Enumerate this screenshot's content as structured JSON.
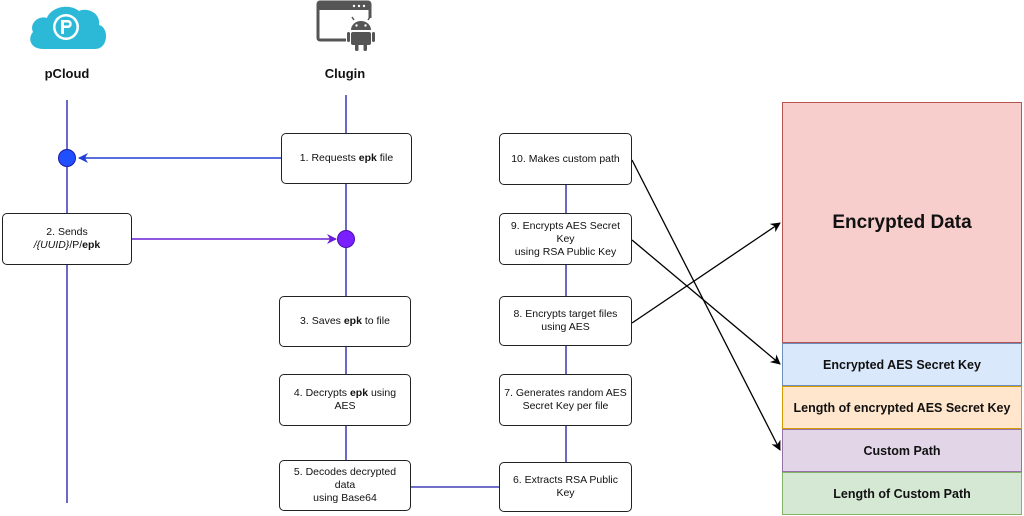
{
  "actors": {
    "pcloud": {
      "label": "pCloud",
      "icon": "pcloud-logo-icon",
      "color": "#2cb9d8"
    },
    "clugin": {
      "label": "Clugin",
      "icon": "android-app-icon",
      "color": "#555555"
    }
  },
  "steps": {
    "s1": {
      "pre": "1. Requests ",
      "bold": "epk",
      "post": " file"
    },
    "s2": {
      "line1": "2. Sends",
      "path_italic": "/{UUID}",
      "path_rest": "/P/",
      "bold": "epk"
    },
    "s3": {
      "pre": "3. Saves ",
      "bold": "epk",
      "post": " to file"
    },
    "s4": {
      "pre": "4. Decrypts ",
      "bold": "epk",
      "post": " using AES"
    },
    "s5": {
      "line1": "5. Decodes decrypted data",
      "line2": "using Base64"
    },
    "s6": {
      "text": "6. Extracts RSA Public Key"
    },
    "s7": {
      "line1": "7. Generates random AES",
      "line2": "Secret Key per file"
    },
    "s8": {
      "line1": "8. Encrypts target files",
      "line2": "using AES"
    },
    "s9": {
      "line1": "9. Encrypts AES Secret Key",
      "line2": "using RSA Public Key"
    },
    "s10": {
      "text": "10. Makes custom path"
    }
  },
  "file_layout": [
    {
      "label": "Encrypted Data",
      "fill": "#f8cecc",
      "border": "#b85450"
    },
    {
      "label": "Encrypted AES Secret Key",
      "fill": "#dae8fc",
      "border": "#6c8ebf"
    },
    {
      "label": "Length of encrypted AES Secret Key",
      "fill": "#ffe6cc",
      "border": "#d79b00"
    },
    {
      "label": "Custom Path",
      "fill": "#e1d5e7",
      "border": "#9673a6"
    },
    {
      "label": "Length of Custom Path",
      "fill": "#d5e8d4",
      "border": "#82b366"
    }
  ],
  "colors": {
    "lifeline": "#1a1aa6",
    "pcloud_dot": "#1f4fff",
    "clugin_dot": "#7a1fff",
    "arrow_blue": "#1f3fd6",
    "arrow_purple": "#6a1fd6",
    "arrow_black": "#000000"
  }
}
